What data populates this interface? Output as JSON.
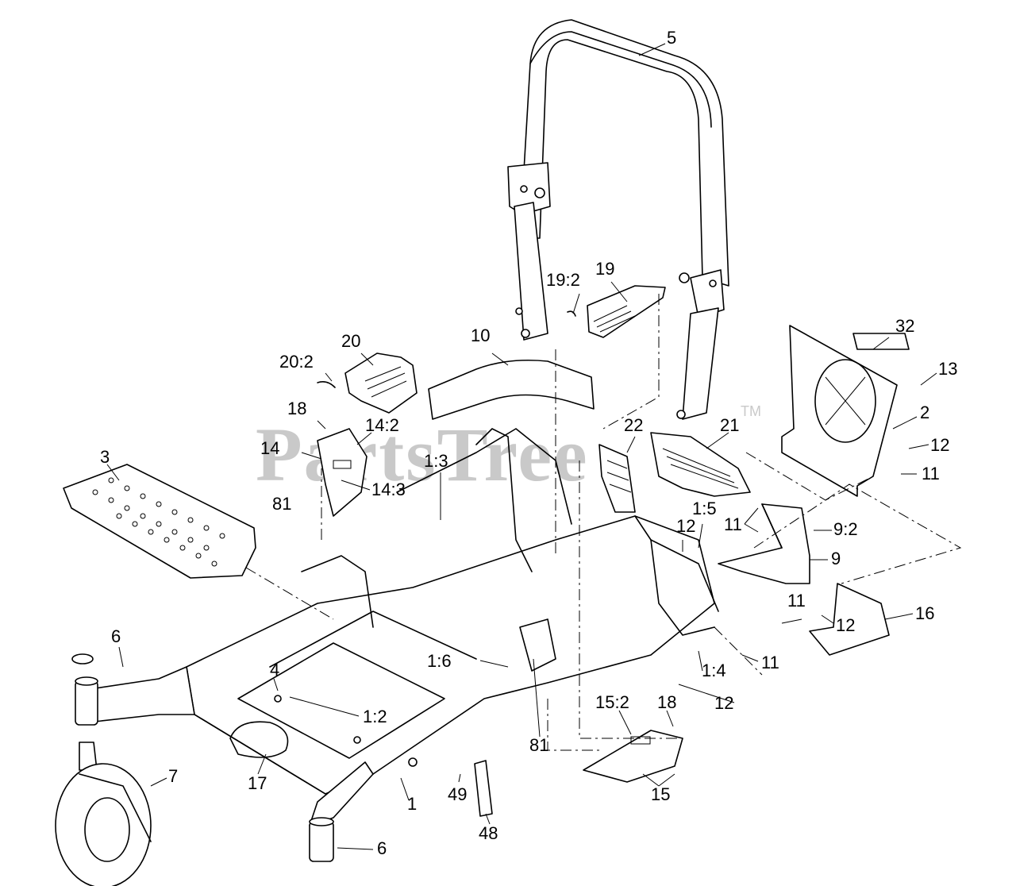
{
  "watermark": {
    "text": "PartsTree",
    "tm": "TM"
  },
  "callouts": [
    {
      "id": "c5",
      "text": "5"
    },
    {
      "id": "c19-2",
      "text": "19:2"
    },
    {
      "id": "c19",
      "text": "19"
    },
    {
      "id": "c10",
      "text": "10"
    },
    {
      "id": "c32",
      "text": "32"
    },
    {
      "id": "c13",
      "text": "13"
    },
    {
      "id": "c20",
      "text": "20"
    },
    {
      "id": "c20-2",
      "text": "20:2"
    },
    {
      "id": "c2",
      "text": "2"
    },
    {
      "id": "c18a",
      "text": "18"
    },
    {
      "id": "c14-2",
      "text": "14:2"
    },
    {
      "id": "c22",
      "text": "22"
    },
    {
      "id": "c21",
      "text": "21"
    },
    {
      "id": "c12a",
      "text": "12"
    },
    {
      "id": "c14",
      "text": "14"
    },
    {
      "id": "c3",
      "text": "3"
    },
    {
      "id": "c11a",
      "text": "11"
    },
    {
      "id": "c1-3",
      "text": "1:3"
    },
    {
      "id": "c14-3",
      "text": "14:3"
    },
    {
      "id": "c81a",
      "text": "81"
    },
    {
      "id": "c1-5",
      "text": "1:5"
    },
    {
      "id": "c11b",
      "text": "11"
    },
    {
      "id": "c9-2",
      "text": "9:2"
    },
    {
      "id": "c12b",
      "text": "12"
    },
    {
      "id": "c9",
      "text": "9"
    },
    {
      "id": "c11c",
      "text": "11"
    },
    {
      "id": "c16",
      "text": "16"
    },
    {
      "id": "c12c",
      "text": "12"
    },
    {
      "id": "c6a",
      "text": "6"
    },
    {
      "id": "c1-6",
      "text": "1:6"
    },
    {
      "id": "c11d",
      "text": "11"
    },
    {
      "id": "c4",
      "text": "4"
    },
    {
      "id": "c1-4",
      "text": "1:4"
    },
    {
      "id": "c12d",
      "text": "12"
    },
    {
      "id": "c1-2",
      "text": "1:2"
    },
    {
      "id": "c15-2",
      "text": "15:2"
    },
    {
      "id": "c18b",
      "text": "18"
    },
    {
      "id": "c81b",
      "text": "81"
    },
    {
      "id": "c7",
      "text": "7"
    },
    {
      "id": "c17",
      "text": "17"
    },
    {
      "id": "c49",
      "text": "49"
    },
    {
      "id": "c15",
      "text": "15"
    },
    {
      "id": "c1",
      "text": "1"
    },
    {
      "id": "c48",
      "text": "48"
    },
    {
      "id": "c6b",
      "text": "6"
    }
  ]
}
